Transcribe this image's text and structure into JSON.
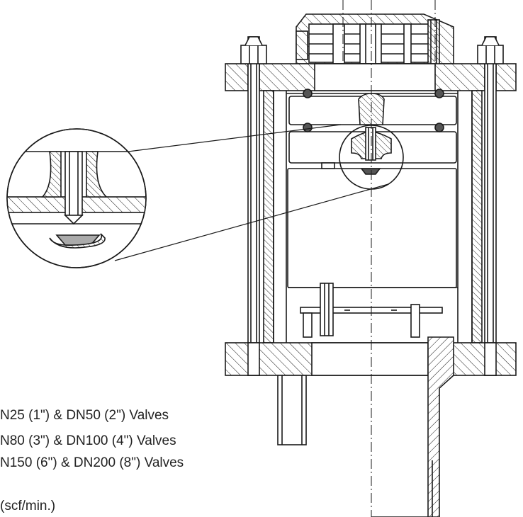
{
  "legend": {
    "line1": "N25 (1\") & DN50 (2\") Valves",
    "line2": "N80 (3\") & DN100 (4\") Valves",
    "line3": "N150 (6\") & DN200 (8\") Valves",
    "units": "(scf/min.)"
  },
  "colors": {
    "line": "#1a1a1a",
    "hatch": "#1a1a1a",
    "seal_fill": "#555555",
    "nut_fill": "#aaaaaa",
    "background": "#ffffff"
  }
}
